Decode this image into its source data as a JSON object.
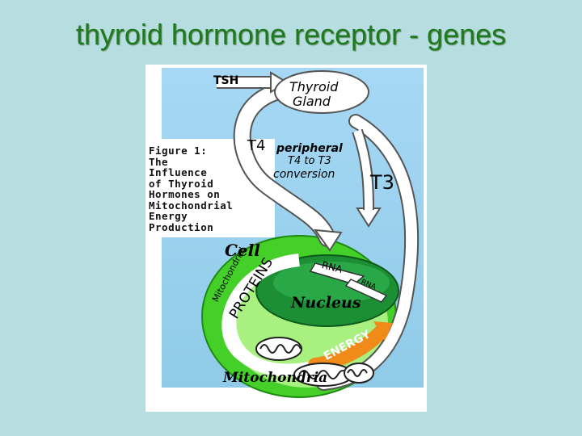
{
  "slide": {
    "title": "thyroid hormone receptor - genes"
  },
  "figure": {
    "caption_lines": [
      "Figure 1:",
      "The",
      "Influence",
      "of Thyroid",
      "Hormones on",
      "Mitochondrial",
      "Energy",
      "Production"
    ],
    "labels": {
      "tsh": "TSH",
      "thyroid_gland_line1": "Thyroid",
      "thyroid_gland_line2": "Gland",
      "t4": "T4",
      "peripheral_line1": "peripheral",
      "peripheral_line2": "T4 to T3",
      "peripheral_line3": "conversion",
      "t3": "T3",
      "cell": "Cell",
      "mitochondrial_proteins_line1": "Mitochondrial",
      "mitochondrial_proteins_line2": "PROTEINS",
      "rna": "RNA",
      "rna_small": "RNA",
      "nucleus": "Nucleus",
      "energy": "ENERGY",
      "mitochondria": "Mitochondria"
    },
    "colors": {
      "background": "#b6dde0",
      "title": "#1e7a1e",
      "sky": "#9fd3f0",
      "cell_outer": "#44d028",
      "cell_inner": "#a8f080",
      "nucleus": "#1c8f34",
      "energy_arrow": "#f08a18"
    }
  }
}
